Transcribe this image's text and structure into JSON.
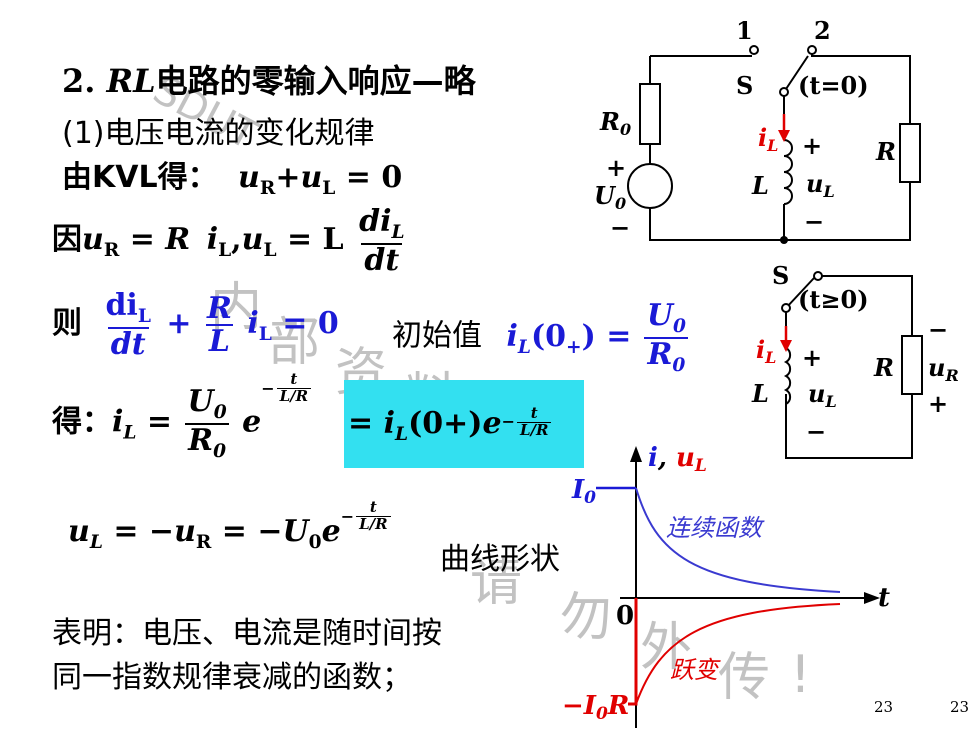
{
  "heading": {
    "num": "2. ",
    "rl": "RL",
    "title": "电路的零输入响应—略"
  },
  "sub1": "(1)电压电流的变化规律",
  "kvl": {
    "prefix": "由KVL得：",
    "uR": "u",
    "uR_sub": "R",
    "plus": "+",
    "uL": "u",
    "uL_sub": "L",
    "rest": " = 0"
  },
  "because": {
    "prefix": "因",
    "u": "u",
    "u_sub": "R",
    "eq1": " = ",
    "R": "R",
    "i": "i",
    "i_sub": "L",
    "comma": ",",
    "u2": "u",
    "u2_sub": "L",
    "eq2": " = L",
    "num_d": "di",
    "num_sub": "L",
    "den": "dt"
  },
  "then": {
    "prefix": "则",
    "num_d": "di",
    "num_sub": "L",
    "den": "dt",
    "plus": "+",
    "r_num": "R",
    "r_den": "L",
    "i": "i",
    "i_sub": "L",
    "rest": " = 0"
  },
  "initial": {
    "label": "初始值",
    "lhs": "i",
    "lhs_sub": "L",
    "lhs_arg": "(0",
    "lhs_plus": "+",
    "lhs_close": ")",
    "eq": " = ",
    "num": "U",
    "num_sub": "0",
    "den": "R",
    "den_sub": "0"
  },
  "result": {
    "prefix": "得：",
    "i": "i",
    "i_sub": "L",
    "eq": " = ",
    "num": "U",
    "num_sub": "0",
    "den": "R",
    "den_sub": "0",
    "e": "e",
    "exp_sign": "−",
    "exp_num": "t",
    "exp_den": "L/R"
  },
  "boxed": {
    "eq": "= ",
    "i": "i",
    "i_sub": "L",
    "arg": "(0+)",
    "e": "e",
    "exp_sign": "−",
    "exp_num": "t",
    "exp_den": "L/R"
  },
  "uL_eq": {
    "u": "u",
    "u_sub": "L",
    "eq": " = −",
    "uR": "u",
    "uR_sub": "R",
    "eq2": " = −",
    "U": "U",
    "U_sub": "0",
    "e": "e",
    "exp_sign": "−",
    "exp_num": "t",
    "exp_den": "L/R"
  },
  "curve_label": "曲线形状",
  "conclusion": {
    "line1": "表明：电压、电流是随时间按",
    "line2": "同一指数规律衰减的函数；"
  },
  "circuit1": {
    "pos1": "1",
    "pos2": "2",
    "switch": "S",
    "time": "(t=0)",
    "R0": "R",
    "R0_sub": "0",
    "iL": "i",
    "iL_sub": "L",
    "plus": "+",
    "minus": "−",
    "R": "R",
    "L": "L",
    "uL": "u",
    "uL_sub": "L",
    "U0": "U",
    "U0_sub": "0",
    "src_plus": "+",
    "src_minus": "−"
  },
  "circuit2": {
    "switch": "S",
    "time": "(t≥0)",
    "iL": "i",
    "iL_sub": "L",
    "plus": "+",
    "minus": "−",
    "L": "L",
    "uL": "u",
    "uL_sub": "L",
    "R": "R",
    "uR": "u",
    "uR_sub": "R",
    "r_minus": "−",
    "r_plus": "+"
  },
  "graph": {
    "yaxis_i": "i",
    "yaxis_sep": ", ",
    "yaxis_u": "u",
    "yaxis_u_sub": "L",
    "xaxis": "t",
    "I0": "I",
    "I0_sub": "0",
    "zero": "0",
    "neg": "−I",
    "neg_sub": "0",
    "neg_R": "R",
    "blue_label": "连续函数",
    "red_label": "跃变"
  },
  "watermark": [
    "SDUT",
    "内",
    "部",
    "资",
    "料",
    "请",
    "勿",
    "外",
    "传",
    "!"
  ],
  "page_numbers": [
    "23",
    "23"
  ],
  "colors": {
    "blue": "#1a1ad6",
    "red": "#e00000",
    "cyan": "#33e0f0",
    "curve_blue": "#3a3ad0"
  }
}
